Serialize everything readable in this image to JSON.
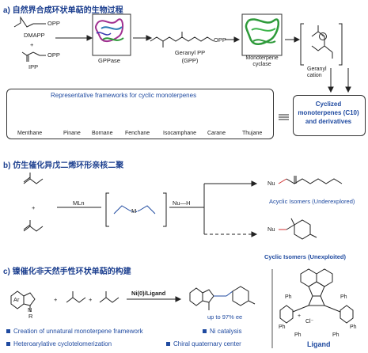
{
  "section_a": {
    "title": "a) 自然界合成环状单萜的生物过程",
    "dmapp": "DMAPP",
    "ipp": "IPP",
    "opp1": "OPP",
    "opp2": "OPP",
    "opp3": "OPP",
    "plus": "+",
    "gppase": "GPPase",
    "geranyl_pp": "Geranyl PP",
    "gpp": "(GPP)",
    "monoterpene_cyclase": "Monoterpene cyclase",
    "geranyl_cation": "Geranyl cation",
    "frameworks_title": "Representative frameworks for cyclic monoterpenes",
    "frameworks": [
      "Menthane",
      "Pinane",
      "Bornane",
      "Fenchane",
      "Isocamphane",
      "Carane",
      "Thujane"
    ],
    "cyclized_text": "Cyclized monoterpenes (C10) and derivatives"
  },
  "section_b": {
    "title": "b) 仿生催化异戊二烯环形亲核二聚",
    "ml": "MLn",
    "nu_h": "Nu—H",
    "m": "M",
    "plus": "+",
    "nu_top": "Nu",
    "nu_bottom": "Nu",
    "acyclic": "Acyclic Isomers (Underexplored)",
    "cyclic": "Cyclic Isomers (Unexploited)"
  },
  "section_c": {
    "title": "c) 镍催化非天然手性环状单萜的构建",
    "ar": "Ar",
    "n": "N",
    "r": "R",
    "plus1": "+",
    "plus2": "+",
    "catalyst": "Ni(0)/Ligand",
    "ee": "up to 97% ee",
    "bullets": [
      "Creation of unnatural monoterpene framework",
      "Ni catalysis",
      "Heteroarylative cyclotelomerization",
      "Chiral quaternary center"
    ],
    "ligand_label": "Ligand",
    "ph_labels": [
      "Ph",
      "Ph",
      "Ph",
      "Ph",
      "Ph",
      "Ph"
    ],
    "cl": "Cl⁻",
    "plus_charge": "+"
  },
  "colors": {
    "heading": "#1c3f8f",
    "accent_blue": "#1f4aa0",
    "arrow_red": "#d03030",
    "protein_green": "#2e9a3a",
    "protein_magenta": "#a03090"
  }
}
